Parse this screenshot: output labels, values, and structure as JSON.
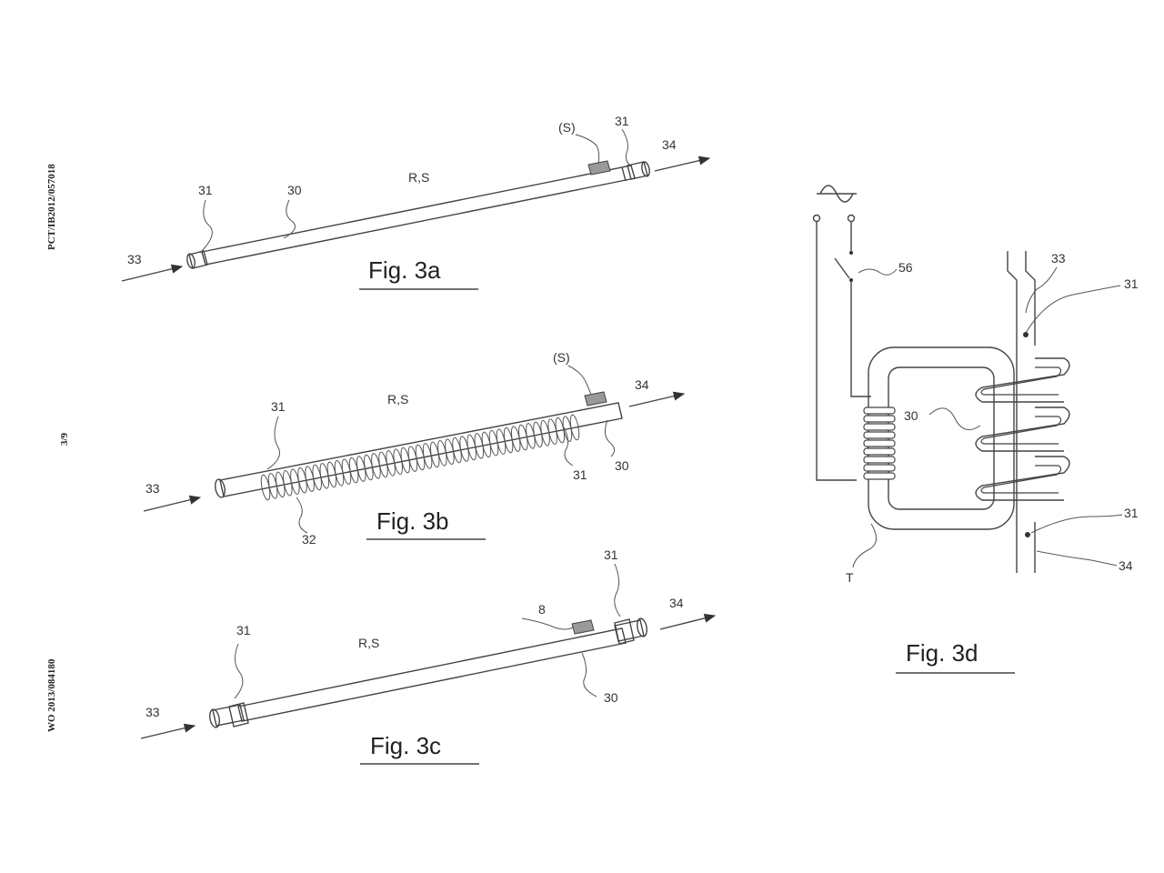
{
  "side_labels": {
    "top": "PCT/IB2012/057018",
    "middle": "3/9",
    "bottom": "WO 2013/084180"
  },
  "figures": {
    "fig3a": {
      "caption": "Fig. 3a",
      "labels": {
        "s": "(S)",
        "rs": "R,S",
        "l31_left": "31",
        "l31_right": "31",
        "l30": "30",
        "l33": "33",
        "l34": "34"
      }
    },
    "fig3b": {
      "caption": "Fig. 3b",
      "labels": {
        "s": "(S)",
        "rs": "R,S",
        "l31_left": "31",
        "l31_right": "31",
        "l30": "30",
        "l32": "32",
        "l33": "33",
        "l34": "34"
      }
    },
    "fig3c": {
      "caption": "Fig. 3c",
      "labels": {
        "l8": "8",
        "rs": "R,S",
        "l31_left": "31",
        "l31_right": "31",
        "l30": "30",
        "l33": "33",
        "l34": "34"
      }
    },
    "fig3d": {
      "caption": "Fig. 3d",
      "labels": {
        "l56": "56",
        "l30": "30",
        "l33": "33",
        "l31_top": "31",
        "l31_bottom": "31",
        "l34": "34",
        "lT": "T"
      }
    }
  }
}
